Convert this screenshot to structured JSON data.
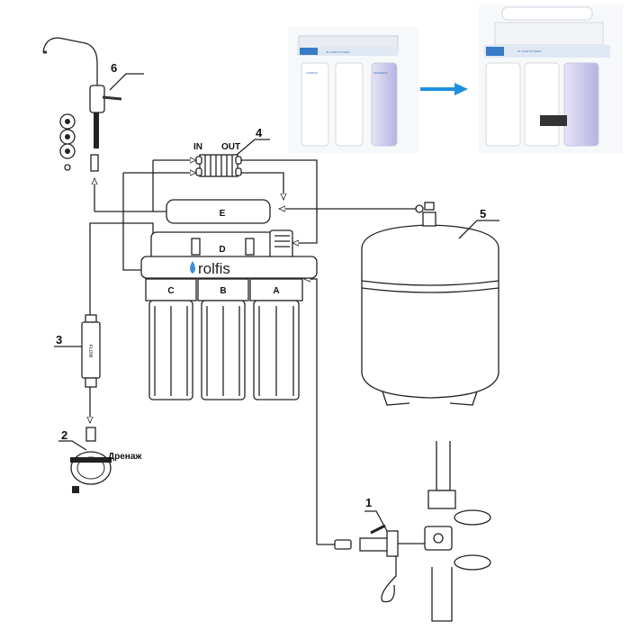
{
  "labels": {
    "valve": "1",
    "drain_clamp": "2",
    "flow_restrictor": "3",
    "membrane_housing": "4",
    "tank": "5",
    "faucet": "6",
    "in": "IN",
    "out": "OUT",
    "filter_a": "A",
    "filter_b": "B",
    "filter_c": "C",
    "filter_d": "D",
    "filter_e": "E",
    "drain": "Дренаж",
    "flow": "FLOW"
  },
  "brand": "rolfis",
  "photos": {
    "kitchen_label": "IN YOUR KITCHEN",
    "carbon": "CARBON",
    "sediment": "SEDIMENT"
  },
  "colors": {
    "arrow": "#1e90e0",
    "logo_drop": "#3b8fd6",
    "line": "#222222"
  }
}
